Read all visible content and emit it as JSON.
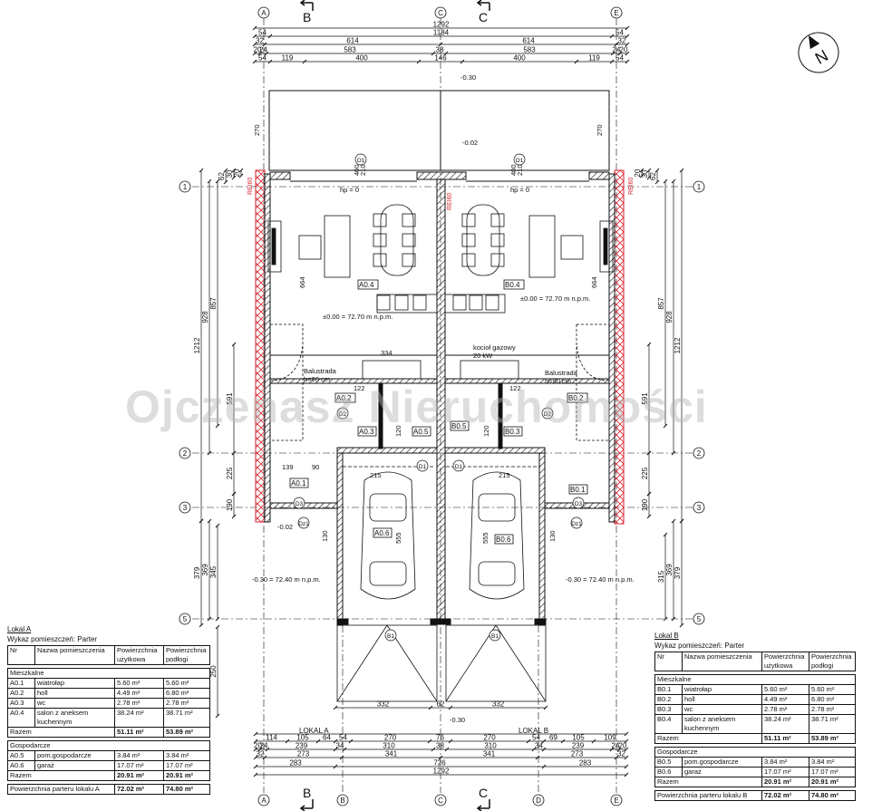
{
  "axes": {
    "columns": [
      "A",
      "B",
      "C",
      "D",
      "E"
    ],
    "rows": [
      "1",
      "2",
      "3",
      "5"
    ]
  },
  "sections": {
    "b": "B",
    "c": "C"
  },
  "dims": {
    "top": [
      [
        "1292"
      ],
      [
        "54",
        "1184",
        "54"
      ],
      [
        "32",
        "614",
        "614",
        "32"
      ],
      [
        "20",
        "24",
        "583",
        "38",
        "583",
        "24",
        "20"
      ],
      [
        "54",
        "119",
        "400",
        "146",
        "400",
        "119",
        "54"
      ]
    ],
    "bottom": [
      [
        "114",
        "105",
        "64",
        "54",
        "270",
        "76",
        "270",
        "54",
        "69",
        "105",
        "109"
      ],
      [
        "20",
        "24",
        "239",
        "34",
        "310",
        "38",
        "310",
        "34",
        "239",
        "24",
        "20"
      ],
      [
        "32",
        "273",
        "341",
        "341",
        "273",
        "32"
      ],
      [
        "283",
        "726",
        "283"
      ],
      [
        "1292"
      ]
    ],
    "driveway": [
      "332",
      "62",
      "332"
    ],
    "left": [
      "1212",
      "928",
      "857",
      "591",
      "379",
      "369",
      "345",
      "250",
      "225",
      "190",
      "62",
      "30",
      "20"
    ],
    "right": [
      "1212",
      "928",
      "857",
      "591",
      "379",
      "369",
      "315",
      "225",
      "190",
      "62",
      "30",
      "20"
    ]
  },
  "lokal_labels": [
    "LOKAL A",
    "LOKAL B"
  ],
  "levels": {
    "ground_a": "±0.00 = 72.70 m n.p.m.",
    "ground_b": "±0.00 = 72.70 m n.p.m.",
    "outside_a": "-0.30 = 72.40 m n.p.m.",
    "outside_b": "-0.30 = 72.40 m n.p.m.",
    "terrace": "-0.30",
    "terrace2": "-0.02",
    "step": "-0.02",
    "bottom": "-0.30"
  },
  "fire_label": "REI60",
  "hp": "hp = 0",
  "windows": {
    "o1": "O1",
    "d1": "D1",
    "d2": "D2",
    "d3": "D3",
    "dz1": "Dz1",
    "b1": "B1"
  },
  "rooms_a": [
    "A0.1",
    "A0.2",
    "A0.3",
    "A0.4",
    "A0.5",
    "A0.6"
  ],
  "rooms_b": [
    "B0.1",
    "B0.2",
    "B0.3",
    "B0.4",
    "B0.5",
    "B0.6"
  ],
  "notes": {
    "balustrada": "Balustrada",
    "balustrada_h": "h=90 cm",
    "kociol": "kocioł gazowy",
    "kociol_kw": "20 kW",
    "d334": "334",
    "d664": "664",
    "d555": "555",
    "d215": "215",
    "d122": "122",
    "d120": "120",
    "d130": "130",
    "d139": "139",
    "d90": "90",
    "d270": "270",
    "d400": "400",
    "d210": "210"
  },
  "watermark": "Ojczenasz Nieruchomości",
  "table_a": {
    "title": "Lokal A",
    "subtitle": "Wykaz pomieszczeń: Parter",
    "headers": [
      "Nr",
      "Nazwa pomieszczenia",
      "Powierzchnia użytkowa",
      "Powierzchnia podłogi"
    ],
    "group1": "Mieszkalne",
    "rows1": [
      [
        "A0.1",
        "wiatrołap",
        "5.60 m²",
        "5.60 m²"
      ],
      [
        "A0.2",
        "holl",
        "4.49 m²",
        "6.80 m²"
      ],
      [
        "A0.3",
        "wc",
        "2.78 m²",
        "2.78 m²"
      ],
      [
        "A0.4",
        "salon z aneksem kuchennym",
        "38.24 m²",
        "38.71 m²"
      ]
    ],
    "sum1": [
      "Razem",
      "51.11 m²",
      "53.89 m²"
    ],
    "group2": "Gospodarcze",
    "rows2": [
      [
        "A0.5",
        "pom.gospodarcze",
        "3.84 m²",
        "3.84 m²"
      ],
      [
        "A0.6",
        "garaż",
        "17.07 m²",
        "17.07 m²"
      ]
    ],
    "sum2": [
      "Razem",
      "20.91 m²",
      "20.91 m²"
    ],
    "total": [
      "Powierzchnia parteru lokalu A",
      "72.02 m²",
      "74.80 m²"
    ]
  },
  "table_b": {
    "title": "Lokal B",
    "subtitle": "Wykaz pomieszczeń: Parter",
    "headers": [
      "Nr",
      "Nazwa pomieszczenia",
      "Powierzchnia użytkowa",
      "Powierzchnia podłogi"
    ],
    "group1": "Mieszkalne",
    "rows1": [
      [
        "B0.1",
        "wiatrołap",
        "5.60 m²",
        "5.60 m²"
      ],
      [
        "B0.2",
        "holl",
        "4.49 m²",
        "6.80 m²"
      ],
      [
        "B0.3",
        "wc",
        "2.78 m²",
        "2.78 m²"
      ],
      [
        "B0.4",
        "salon z aneksem kuchennym",
        "38.24 m²",
        "38.71 m²"
      ]
    ],
    "sum1": [
      "Razem",
      "51.11 m²",
      "53.89 m²"
    ],
    "group2": "Gospodarcze",
    "rows2": [
      [
        "B0.5",
        "pom.gospodarcze",
        "3.84 m²",
        "3.84 m²"
      ],
      [
        "B0.6",
        "garaż",
        "17.07 m²",
        "17.07 m²"
      ]
    ],
    "sum2": [
      "Razem",
      "20.91 m²",
      "20.91 m²"
    ],
    "total": [
      "Powierzchnia parteru lokalu B",
      "72.02 m²",
      "74.80 m²"
    ]
  },
  "north": "N",
  "colors": {
    "fire": "#d8262f",
    "line": "#111111",
    "watermark": "#b4b4b4"
  }
}
